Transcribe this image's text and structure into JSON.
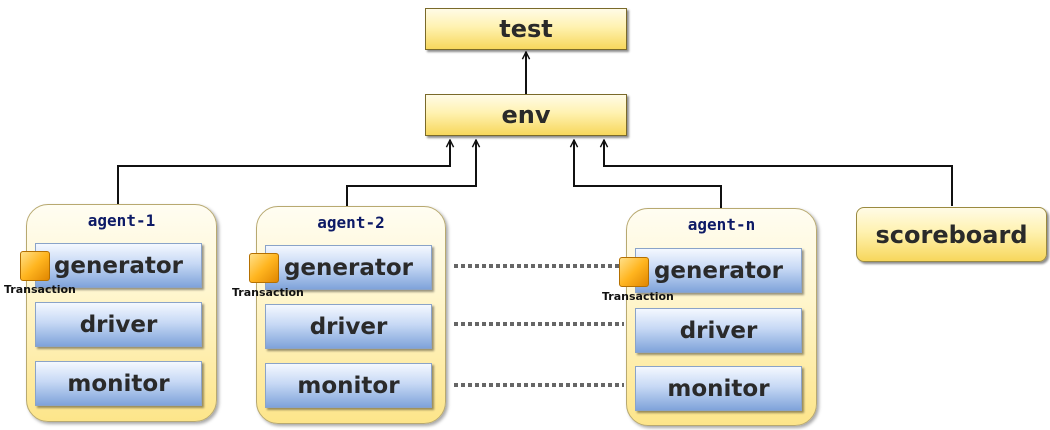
{
  "top": {
    "test": "test",
    "env": "env",
    "scoreboard": "scoreboard"
  },
  "agents": [
    {
      "title": "agent-1",
      "generator": "generator",
      "driver": "driver",
      "monitor": "monitor",
      "transaction": "Transaction"
    },
    {
      "title": "agent-2",
      "generator": "generator",
      "driver": "driver",
      "monitor": "monitor",
      "transaction": "Transaction"
    },
    {
      "title": "agent-n",
      "generator": "generator",
      "driver": "driver",
      "monitor": "monitor",
      "transaction": "Transaction"
    }
  ],
  "colors": {
    "title_text": "#0d1a66",
    "yellow": "#f7d75c",
    "blue": "#7fa3da",
    "orange": "#ffb51f"
  }
}
